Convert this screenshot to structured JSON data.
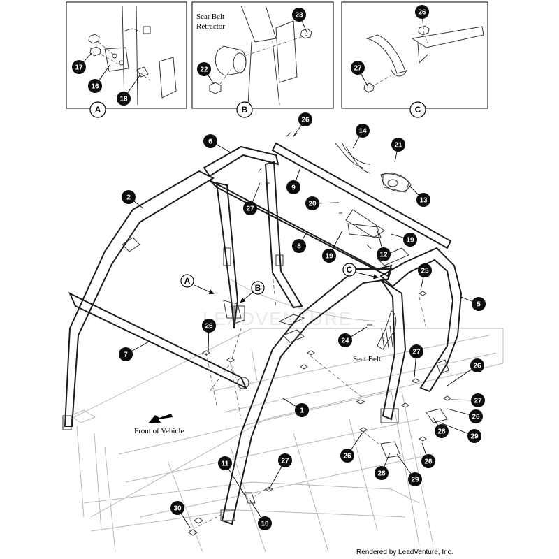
{
  "colors": {
    "callout_fill": "#0d0d0d",
    "line": "#1c1c1c",
    "frame": "#b7b7b7",
    "watermark": "#cfcfcf"
  },
  "detail_views": [
    {
      "letter": "A",
      "callouts": [
        "17",
        "16",
        "18"
      ]
    },
    {
      "letter": "B",
      "title": "Seat Belt\nRetractor",
      "callouts": [
        "23",
        "22"
      ]
    },
    {
      "letter": "C",
      "callouts": [
        "26",
        "27"
      ]
    }
  ],
  "labels": {
    "seat_belt": "Seat Belt",
    "front_of_vehicle": "Front of Vehicle",
    "view_ref_a": "A",
    "view_ref_b": "B",
    "view_ref_c": "C"
  },
  "callouts": [
    "26",
    "6",
    "14",
    "21",
    "2",
    "9",
    "13",
    "27",
    "20",
    "8",
    "19",
    "12",
    "19",
    "25",
    "5",
    "24",
    "26",
    "7",
    "27",
    "26",
    "27",
    "26",
    "1",
    "26",
    "28",
    "29",
    "26",
    "28",
    "29",
    "11",
    "27",
    "30",
    "10"
  ],
  "watermark": "LEADVENTURE",
  "credit": "Rendered by LeadVenture, Inc."
}
